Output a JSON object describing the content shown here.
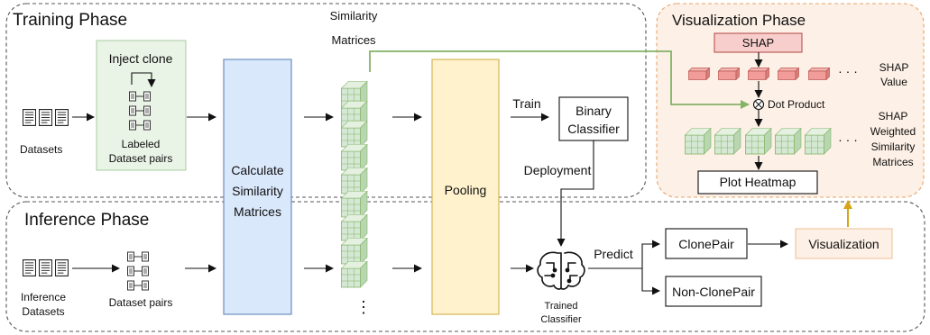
{
  "phases": {
    "training": "Training Phase",
    "inference": "Inference Phase",
    "visualization": "Visualization Phase"
  },
  "training": {
    "datasets_label": "Datasets",
    "inject_clone": "Inject clone",
    "labeled_pairs": [
      "Labeled",
      "Dataset pairs"
    ],
    "similarity_matrices_title": [
      "Similarity",
      "Matrices"
    ],
    "train": "Train",
    "binary_classifier": [
      "Binary",
      "Classifier"
    ],
    "deployment": "Deployment"
  },
  "shared": {
    "calculate": [
      "Calculate",
      "Similarity",
      "Matrices"
    ],
    "pooling": "Pooling",
    "ellipsis_vertical": "⋮"
  },
  "inference": {
    "datasets_label": [
      "Inference",
      "Datasets"
    ],
    "dataset_pairs": "Dataset pairs",
    "predict": "Predict",
    "trained_classifier": [
      "Trained",
      "Classifier"
    ],
    "clone_pair": "ClonePair",
    "non_clone_pair": "Non-ClonePair",
    "visualization": "Visualization"
  },
  "visualization": {
    "shap": "SHAP",
    "shap_value": [
      "SHAP",
      "Value"
    ],
    "dot_product": "Dot Product",
    "weighted": [
      "SHAP",
      "Weighted",
      "Similarity",
      "Matrices"
    ],
    "plot_heatmap": "Plot Heatmap",
    "ellipsis": "· · ·"
  },
  "colors": {
    "calc_fill": "#dae8fc",
    "calc_stroke": "#6c8ebf",
    "pool_fill": "#fff2cc",
    "pool_stroke": "#d6b656",
    "viz_fill": "#fdf0e6",
    "viz_stroke": "#e5a56a",
    "shap_fill": "#f8cecc",
    "shap_stroke": "#b85450",
    "green": "#82b366",
    "cube": "#d5e8d4",
    "gold": "#d6a516"
  }
}
